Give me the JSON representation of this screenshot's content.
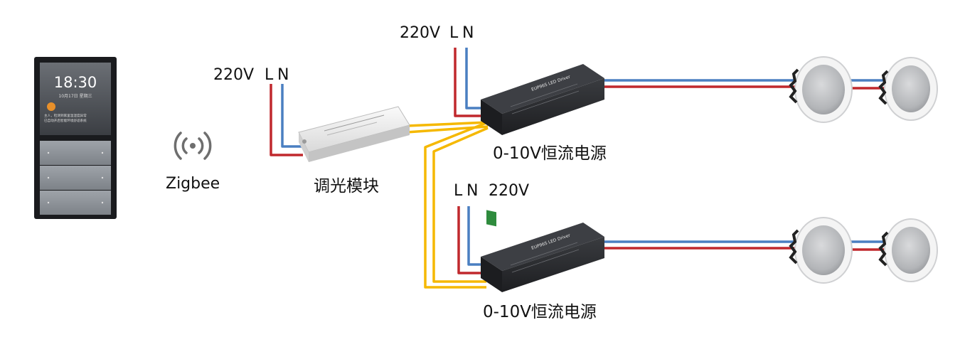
{
  "panel": {
    "time": "18:30",
    "date": "10月17日 星期三",
    "notice_line1": "主人，检测到家里温湿度异常",
    "notice_line2": "已自动开启智能环境舒适系统"
  },
  "zigbee_label": "Zigbee",
  "dimmer": {
    "mains": "220V",
    "l": "L",
    "n": "N",
    "caption": "调光模块"
  },
  "driver_top": {
    "mains": "220V",
    "l": "L",
    "n": "N",
    "caption": "0-10V恒流电源",
    "model": "EUP96S",
    "subtitle": "LED Driver"
  },
  "driver_bottom": {
    "mains": "220V",
    "l": "L",
    "n": "N",
    "caption": "0-10V恒流电源",
    "model": "EUP96S",
    "subtitle": "LED Driver"
  },
  "colors": {
    "live_wire": "#c0282d",
    "neutral_wire": "#4a7fc1",
    "control_wire": "#f5b800",
    "driver_body": "#2b2d30",
    "panel_body": "#1a1b1e"
  },
  "icons": {
    "wireless": "wireless-signal-icon",
    "downlight": "downlight-icon"
  }
}
